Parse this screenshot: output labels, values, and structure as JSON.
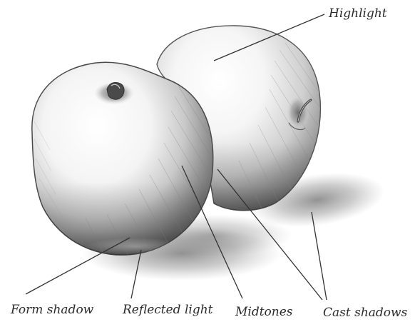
{
  "labels": {
    "highlight": "Highlight",
    "form_shadow": "Form shadow",
    "reflected_light": "Reflected light",
    "midtones": "Midtones",
    "cast_shadows": "Cast shadows"
  },
  "drawing": {
    "subject": "Two apples shaded in graphite pencil",
    "tone_color": "#3a3a3a",
    "paper_color": "#ffffff",
    "leader_line_color": "#333333"
  }
}
